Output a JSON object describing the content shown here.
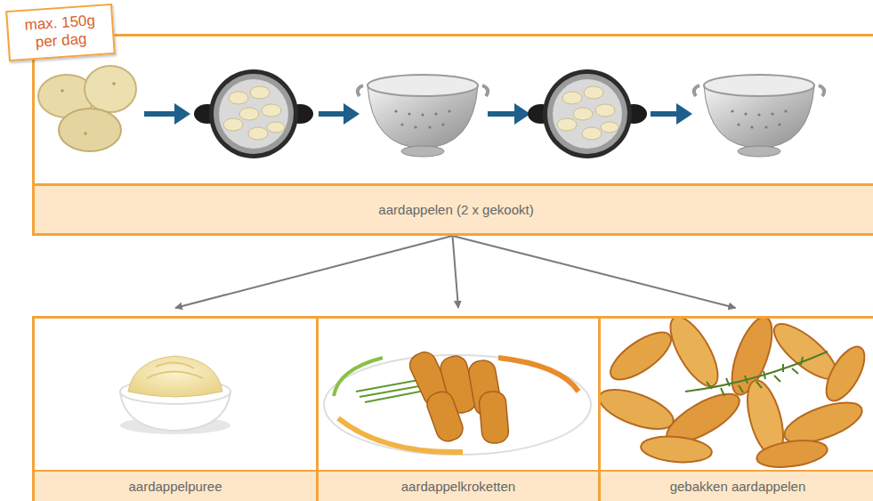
{
  "diagram": {
    "nodes": [
      {
        "text": [
          "max. 150g per dag"
        ]
      },
      {
        "text": [
          "aardappelen (2 x gekookt)"
        ]
      },
      {
        "text": [
          "aardappelpuree"
        ]
      },
      {
        "text": [
          "aardappelkroketten"
        ]
      },
      {
        "text": [
          "gebakken aardappelen"
        ]
      }
    ],
    "edges": [
      {
        "from": 1,
        "to": 2,
        "arrow": "to"
      },
      {
        "from": 1,
        "to": 3,
        "arrow": "to"
      },
      {
        "from": 1,
        "to": 4,
        "arrow": "to"
      }
    ]
  }
}
